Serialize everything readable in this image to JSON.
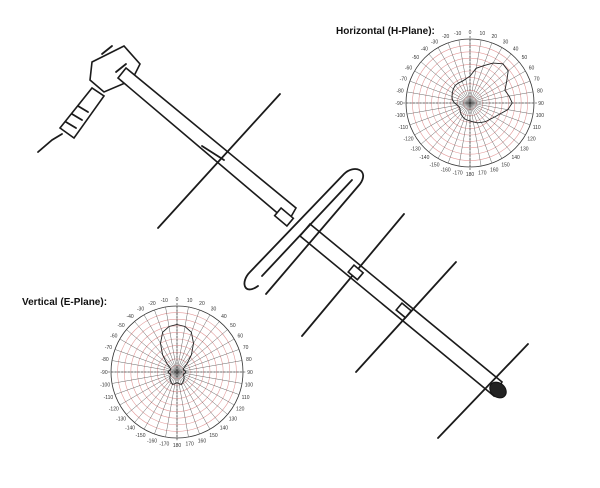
{
  "diagram": {
    "horizontal": {
      "title": "Horizontal (H-Plane):",
      "labels": [
        "0",
        "10",
        "20",
        "30",
        "40",
        "50",
        "60",
        "70",
        "80",
        "90",
        "100",
        "110",
        "120",
        "130",
        "140",
        "150",
        "160",
        "170",
        "180",
        "-170",
        "-160",
        "-150",
        "-140",
        "-130",
        "-120",
        "-110",
        "-100",
        "-90",
        "-80",
        "-70",
        "-60",
        "-50",
        "-40",
        "-30",
        "-20",
        "-10"
      ],
      "pattern": [
        0.42,
        0.55,
        0.62,
        0.72,
        0.8,
        0.78,
        0.66,
        0.58,
        0.62,
        0.66,
        0.6,
        0.5,
        0.44,
        0.4,
        0.38,
        0.35,
        0.33,
        0.3,
        0.28,
        0.27,
        0.26,
        0.24,
        0.22,
        0.2,
        0.18,
        0.18,
        0.2,
        0.24,
        0.28,
        0.3,
        0.32,
        0.34,
        0.36,
        0.36,
        0.36,
        0.38
      ]
    },
    "vertical": {
      "title": "Vertical (E-Plane):",
      "labels": [
        "0",
        "10",
        "20",
        "30",
        "40",
        "50",
        "60",
        "70",
        "80",
        "90",
        "100",
        "110",
        "120",
        "130",
        "140",
        "150",
        "160",
        "170",
        "180",
        "-170",
        "-160",
        "-150",
        "-140",
        "-130",
        "-120",
        "-110",
        "-100",
        "-90",
        "-80",
        "-70",
        "-60",
        "-50",
        "-40",
        "-30",
        "-20",
        "-10"
      ],
      "pattern": [
        0.72,
        0.7,
        0.64,
        0.5,
        0.34,
        0.2,
        0.12,
        0.1,
        0.12,
        0.14,
        0.12,
        0.1,
        0.12,
        0.14,
        0.16,
        0.18,
        0.2,
        0.18,
        0.16,
        0.18,
        0.2,
        0.18,
        0.16,
        0.14,
        0.12,
        0.1,
        0.12,
        0.14,
        0.12,
        0.1,
        0.12,
        0.2,
        0.34,
        0.5,
        0.64,
        0.7
      ]
    }
  }
}
